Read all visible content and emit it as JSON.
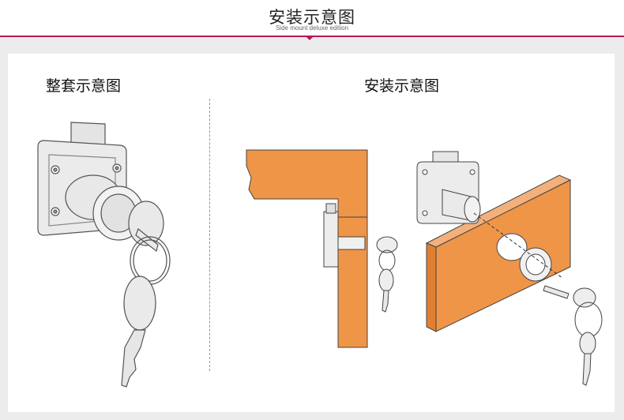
{
  "header": {
    "title": "安装示意图",
    "subtitle": "Side mount deluxe edition"
  },
  "panels": {
    "left_label": "整套示意图",
    "right_label": "安装示意图"
  },
  "colors": {
    "accent": "#b8185a",
    "wood": "#ef9548",
    "metal": "#e5e5e5",
    "outline": "#555555"
  }
}
